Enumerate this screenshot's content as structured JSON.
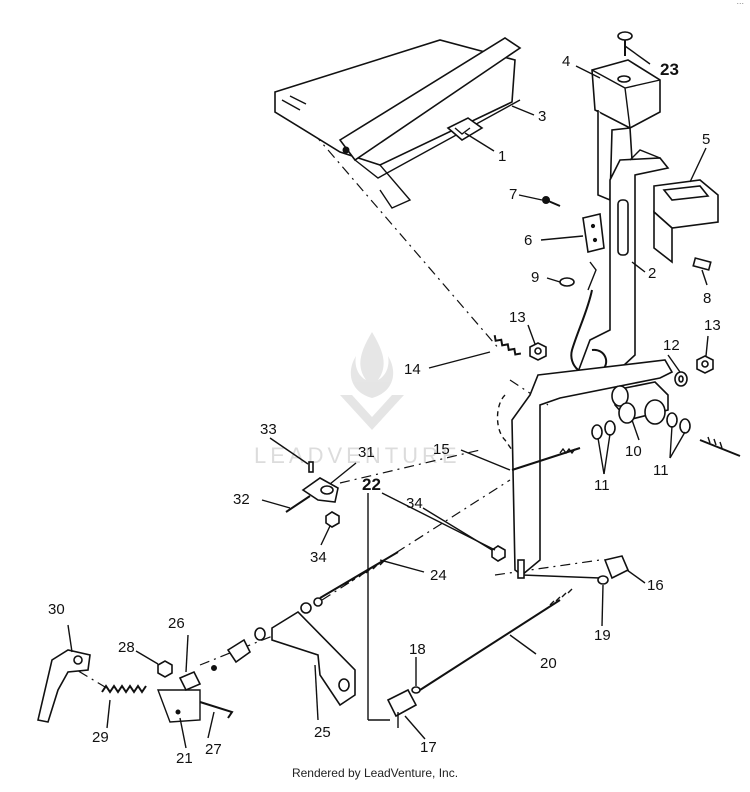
{
  "page_number": "...",
  "watermark": {
    "text": "LEADVENTURE"
  },
  "footer": {
    "credit": "Rendered by LeadVenture, Inc."
  },
  "callouts": [
    {
      "label": "1",
      "part": "bracket"
    },
    {
      "label": "2",
      "part": "lever-arm"
    },
    {
      "label": "3",
      "part": "mounting-rail"
    },
    {
      "label": "4",
      "part": "handle-grip"
    },
    {
      "label": "5",
      "part": "guide-bracket"
    },
    {
      "label": "6",
      "part": "clip"
    },
    {
      "label": "7",
      "part": "screw"
    },
    {
      "label": "8",
      "part": "pin"
    },
    {
      "label": "9",
      "part": "clip"
    },
    {
      "label": "10",
      "part": "bushing"
    },
    {
      "label": "11",
      "part": "washers"
    },
    {
      "label": "12",
      "part": "washer"
    },
    {
      "label": "13",
      "part": "nut"
    },
    {
      "label": "14",
      "part": "spring"
    },
    {
      "label": "15",
      "part": "bolt"
    },
    {
      "label": "16",
      "part": "rod-end"
    },
    {
      "label": "17",
      "part": "rod-end"
    },
    {
      "label": "18",
      "part": "nut"
    },
    {
      "label": "19",
      "part": "nut"
    },
    {
      "label": "20",
      "part": "rod"
    },
    {
      "label": "21",
      "part": "bracket"
    },
    {
      "label": "22",
      "part": "bolt",
      "emphasis": true
    },
    {
      "label": "23",
      "part": "screw",
      "emphasis": true
    },
    {
      "label": "24",
      "part": "cable"
    },
    {
      "label": "25",
      "part": "cable-bracket"
    },
    {
      "label": "26",
      "part": "bracket"
    },
    {
      "label": "27",
      "part": "cotter-pin"
    },
    {
      "label": "28",
      "part": "nut"
    },
    {
      "label": "29",
      "part": "spring"
    },
    {
      "label": "30",
      "part": "arm"
    },
    {
      "label": "31",
      "part": "bellcrank"
    },
    {
      "label": "32",
      "part": "cotter-pin"
    },
    {
      "label": "33",
      "part": "pin"
    },
    {
      "label": "34",
      "part": "nut"
    }
  ]
}
